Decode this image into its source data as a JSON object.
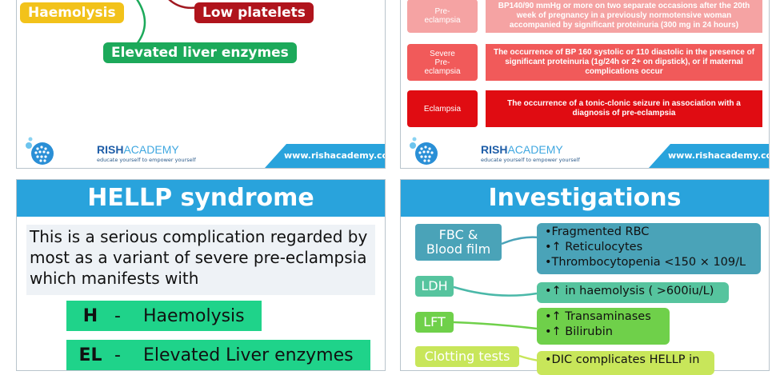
{
  "slide1": {
    "pills": {
      "haemolysis": "Haemolysis",
      "low_platelets": "Low platelets",
      "elevated_liver": "Elevated liver enzymes"
    }
  },
  "slide2": {
    "rows": [
      {
        "label": "Pre-\neclampsia",
        "text": "BP140/90 mmHg or more on two separate occasions after the 20th week of pregnancy in a previously normotensive woman accompanied by significant proteinuria (300 mg in 24 hours)"
      },
      {
        "label": "Severe\nPre-\neclampsia",
        "text": "The occurrence of BP  160 systolic or  110 diastolic in the presence of significant proteinuria (1g/24h or  2+ on dipstick), or if maternal complications occur"
      },
      {
        "label": "Eclampsia",
        "text": "The occurrence of a tonic-clonic seizure in association with a diagnosis of pre-eclampsia"
      }
    ]
  },
  "footer": {
    "brand_bold": "RISH",
    "brand_light": "ACADEMY",
    "tagline": "educate yourself to empower yourself",
    "url": "www.rishacademy.com"
  },
  "slide3": {
    "title": "HELLP syndrome",
    "intro": "This is a serious complication regarded by most as a variant of severe pre-eclampsia which manifests with",
    "items": [
      {
        "letter": "H",
        "dash": "-",
        "text": "Haemolysis"
      },
      {
        "letter": "EL",
        "dash": "-",
        "text": "Elevated Liver enzymes"
      }
    ]
  },
  "slide4": {
    "title": "Investigations",
    "tests": [
      {
        "name": "FBC &\nBlood film",
        "results": [
          "•Fragmented RBC",
          "•↑ Reticulocytes",
          "•Thrombocytopenia <150 × 109/L"
        ]
      },
      {
        "name": "LDH",
        "results": [
          "•↑ in haemolysis ( >600iu/L)"
        ]
      },
      {
        "name": "LFT",
        "results": [
          "•↑ Transaminases",
          "•↑ Bilirubin"
        ]
      },
      {
        "name": "Clotting tests",
        "results": [
          "•DIC complicates HELLP in"
        ]
      }
    ]
  },
  "colors": {
    "accent_blue": "#29a3dc",
    "teal": "#4aa3b8",
    "green": "#6fd04a",
    "lime": "#c8e65a",
    "red": "#e00c12",
    "pink": "#f5a3a3",
    "mid_red": "#f15a5a",
    "mint": "#1fd38a"
  }
}
